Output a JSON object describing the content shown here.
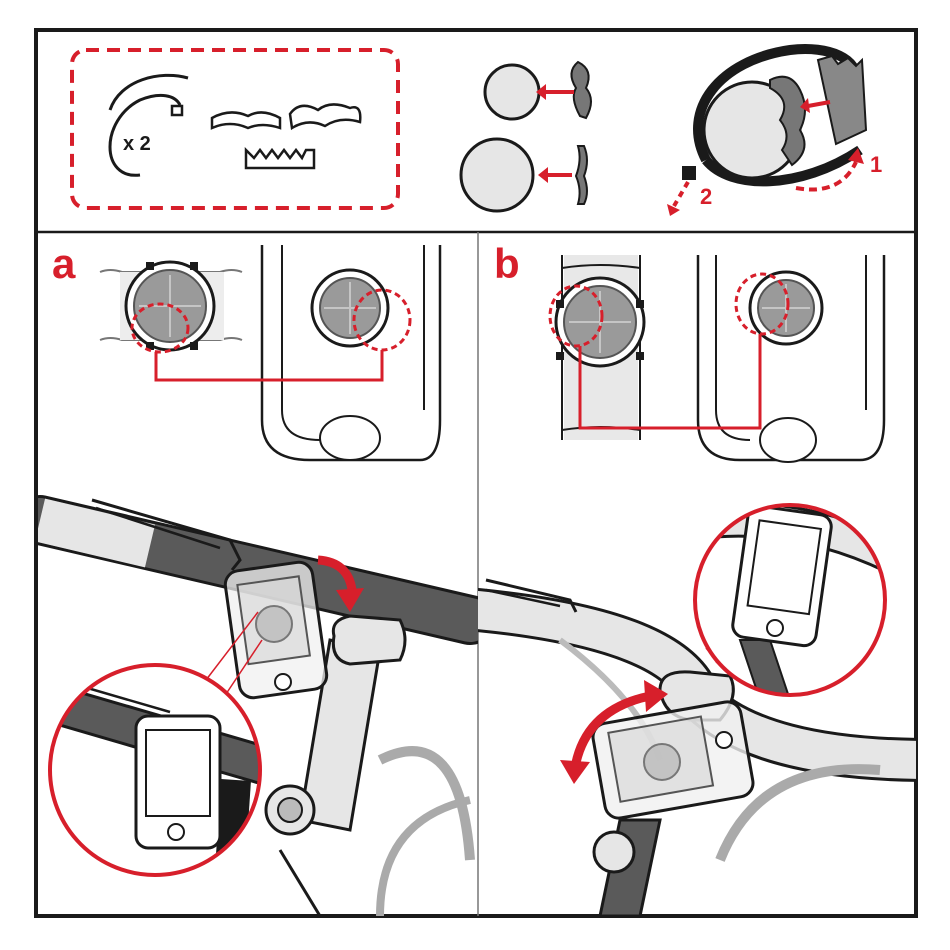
{
  "kit": {
    "quantity_label": "x 2"
  },
  "steps": {
    "step1": "1",
    "step2": "2"
  },
  "panels": {
    "a": "a",
    "b": "b"
  },
  "colors": {
    "accent": "#d71f2b",
    "ink": "#1a1a1a",
    "fill_light": "#e0e0e0",
    "fill_mid": "#9a9a9a",
    "fill_dark": "#5a5a5a"
  }
}
